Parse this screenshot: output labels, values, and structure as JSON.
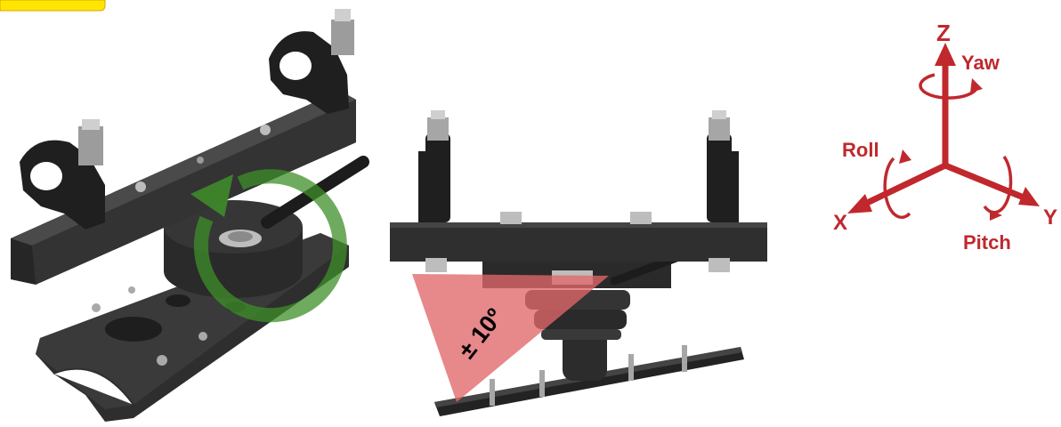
{
  "angle_label": "± 10º",
  "axes": {
    "z_label": "Z",
    "x_label": "X",
    "y_label": "Y",
    "yaw_label": "Yaw",
    "roll_label": "Roll",
    "pitch_label": "Pitch"
  },
  "colors": {
    "axis_red": "#c0282d",
    "wedge_red": "#e0666a",
    "rotate_green": "#3f8f2a",
    "part_dark": "#2b2b2b",
    "part_mid": "#3c3c3c",
    "bolt_metal": "#b5b5b5",
    "tag_yellow": "#ffe600"
  },
  "icons": [
    "rotation-arrow-icon",
    "coordinate-axes-icon"
  ]
}
